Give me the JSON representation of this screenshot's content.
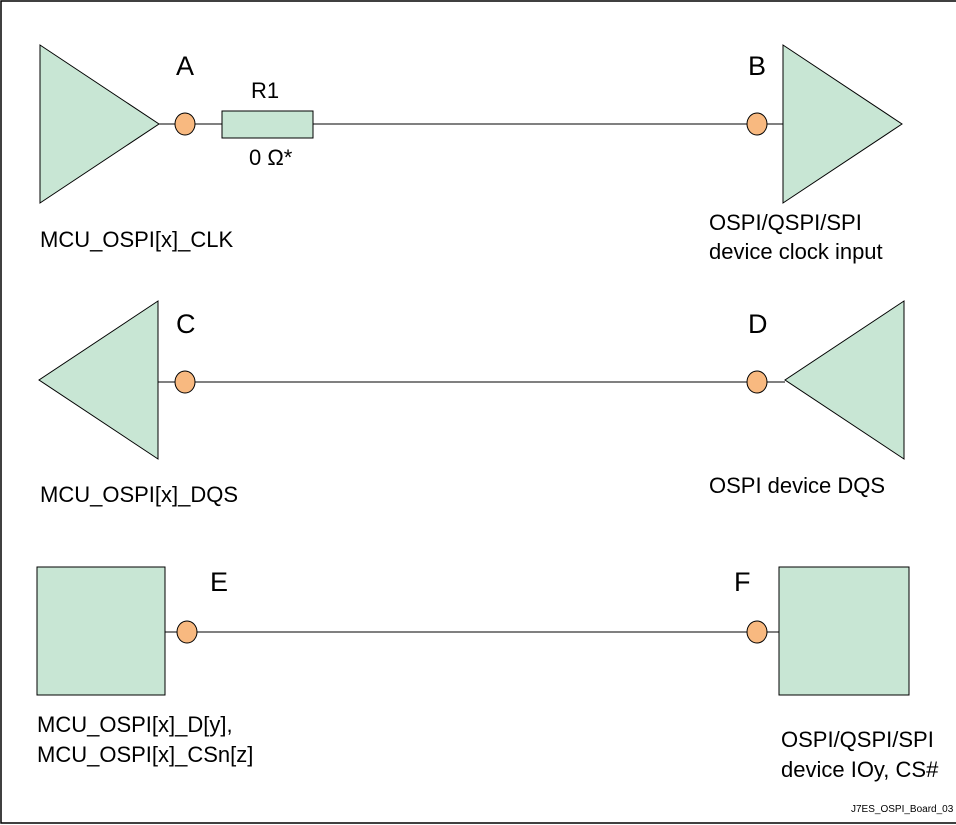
{
  "colors": {
    "buffer_fill": "#c8e6d4",
    "buffer_stroke": "#000000",
    "node_fill": "#f8b980",
    "wire": "#000000"
  },
  "row_clk": {
    "point_left": "A",
    "point_right": "B",
    "resistor_name": "R1",
    "resistor_value": "0 Ω*",
    "left_label": "MCU_OSPI[x]_CLK",
    "right_label_line1": "OSPI/QSPI/SPI",
    "right_label_line2": "device clock input"
  },
  "row_dqs": {
    "point_left": "C",
    "point_right": "D",
    "left_label": "MCU_OSPI[x]_DQS",
    "right_label": "OSPI device DQS"
  },
  "row_data": {
    "point_left": "E",
    "point_right": "F",
    "left_label_line1": "MCU_OSPI[x]_D[y],",
    "left_label_line2": "MCU_OSPI[x]_CSn[z]",
    "right_label_line1": "OSPI/QSPI/SPI",
    "right_label_line2": "device IOy, CS#"
  },
  "figure_tag": "J7ES_OSPI_Board_03"
}
